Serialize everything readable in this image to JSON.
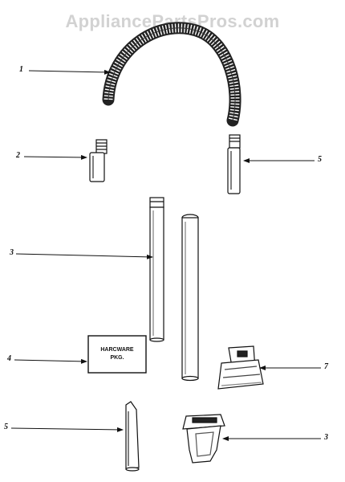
{
  "watermark": "AppliancePartsPros.com",
  "callouts": {
    "hose": "1",
    "short_tube": "2",
    "wands": "3",
    "hardware": "4",
    "crevice_tool": "5",
    "hose_end": "5",
    "dusting_brush": "7",
    "floor_tool": "3"
  },
  "hardware_package": {
    "line1": "HARCWARE",
    "line2": "PKG."
  },
  "colors": {
    "ink": "#111111",
    "watermark": "#d2d2d2",
    "background": "#ffffff"
  }
}
